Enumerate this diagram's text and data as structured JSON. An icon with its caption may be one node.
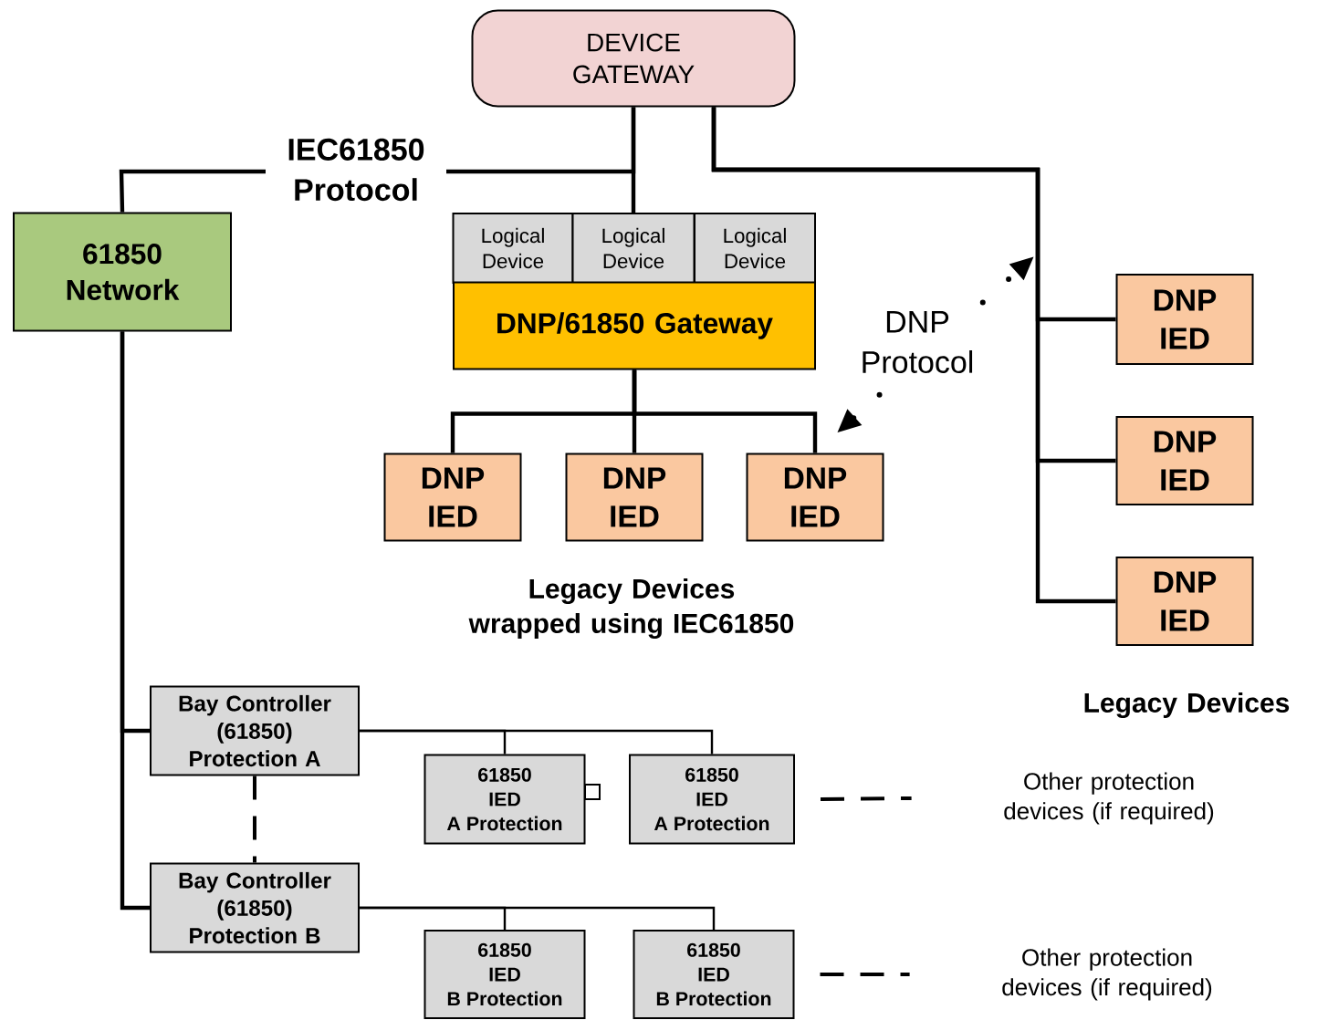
{
  "diagram": {
    "nodes": [
      {
        "text": [
          "DEVICE GATEWAY"
        ]
      },
      {
        "text": [
          "61850 Network"
        ]
      },
      {
        "text": [
          "Logical Device"
        ]
      },
      {
        "text": [
          "Logical Device"
        ]
      },
      {
        "text": [
          "Logical Device"
        ]
      },
      {
        "text": [
          "DNP/61850 Gateway"
        ]
      },
      {
        "text": [
          "DNP IED"
        ]
      },
      {
        "text": [
          "DNP IED"
        ]
      },
      {
        "text": [
          "DNP IED"
        ]
      },
      {
        "text": [
          "DNP IED"
        ]
      },
      {
        "text": [
          "DNP IED"
        ]
      },
      {
        "text": [
          "DNP IED"
        ]
      },
      {
        "text": [
          "Bay Controller (61850) Protection A"
        ]
      },
      {
        "text": [
          "61850 IED A Protection"
        ]
      },
      {
        "text": [
          "61850 IED A Protection"
        ]
      },
      {
        "text": [
          "Bay Controller (61850) Protection B"
        ]
      },
      {
        "text": [
          "61850 IED B Protection"
        ]
      },
      {
        "text": [
          "61850 IED B Protection"
        ]
      },
      {
        "text": [
          "Other protection devices (if required)"
        ]
      },
      {
        "text": [
          "Other protection devices (if required)"
        ]
      }
    ],
    "edges": [
      {
        "from": 0,
        "to": 1,
        "arrow": "none",
        "label": "IEC61850 Protocol"
      },
      {
        "from": 0,
        "to": 3,
        "arrow": "none"
      },
      {
        "from": 0,
        "to": 9,
        "arrow": "none"
      },
      {
        "from": 0,
        "to": 10,
        "arrow": "none"
      },
      {
        "from": 0,
        "to": 11,
        "arrow": "none"
      },
      {
        "from": 5,
        "to": 6,
        "arrow": "none"
      },
      {
        "from": 5,
        "to": 7,
        "arrow": "none"
      },
      {
        "from": 5,
        "to": 8,
        "arrow": "none"
      },
      {
        "from": 8,
        "to": null,
        "arrow": "both",
        "style": "dashed",
        "label": "DNP Protocol"
      },
      {
        "from": 1,
        "to": 12,
        "arrow": "none"
      },
      {
        "from": 1,
        "to": 15,
        "arrow": "none"
      },
      {
        "from": 12,
        "to": 15,
        "arrow": "none",
        "style": "dashed"
      },
      {
        "from": 12,
        "to": 13,
        "arrow": "none"
      },
      {
        "from": 12,
        "to": 14,
        "arrow": "none"
      },
      {
        "from": 15,
        "to": 16,
        "arrow": "none"
      },
      {
        "from": 15,
        "to": 17,
        "arrow": "none"
      },
      {
        "from": 14,
        "to": 18,
        "arrow": "none",
        "style": "dashed"
      },
      {
        "from": 17,
        "to": 19,
        "arrow": "none",
        "style": "dashed"
      }
    ],
    "labels": [
      "Legacy Devices wrapped using IEC61850",
      "Legacy Devices"
    ]
  }
}
